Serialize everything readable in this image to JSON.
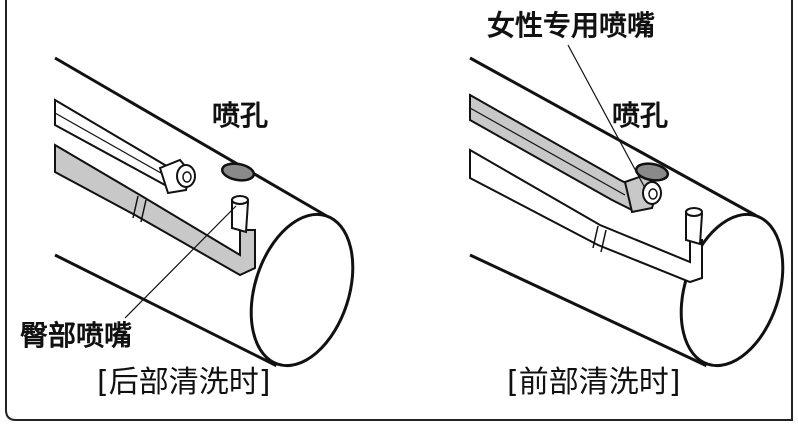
{
  "left_panel": {
    "label_spray_hole": "喷孔",
    "label_rear_nozzle": "臀部喷嘴",
    "caption": "[后部清洗时]"
  },
  "right_panel": {
    "label_female_nozzle": "女性专用喷嘴",
    "label_spray_hole": "喷孔",
    "caption": "[前部清洗时]"
  },
  "colors": {
    "outline": "#111111",
    "nozzle_fill": "#c8c8c8",
    "hole_fill": "#8a8a8a",
    "background": "#ffffff"
  }
}
